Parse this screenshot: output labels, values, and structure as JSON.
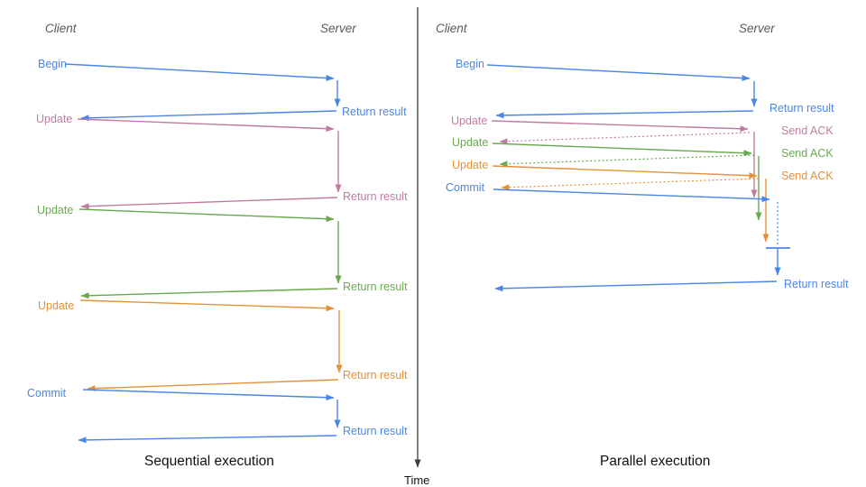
{
  "colors": {
    "blue": "#4a86e8",
    "pink": "#c27ba0",
    "green": "#6aa84f",
    "orange": "#e69138",
    "axis": "#3d3d3d",
    "header_text": "#595959",
    "caption_text": "#111111"
  },
  "time_axis": {
    "label": "Time"
  },
  "left_panel": {
    "title": "Sequential execution",
    "client_header": "Client",
    "server_header": "Server",
    "messages": [
      {
        "request": "Begin",
        "response": "Return result",
        "color": "blue"
      },
      {
        "request": "Update",
        "response": "Return result",
        "color": "pink"
      },
      {
        "request": "Update",
        "response": "Return result",
        "color": "green"
      },
      {
        "request": "Update",
        "response": "Return result",
        "color": "orange"
      },
      {
        "request": "Commit",
        "response": "Return result",
        "color": "blue"
      }
    ]
  },
  "right_panel": {
    "title": "Parallel execution",
    "client_header": "Client",
    "server_header": "Server",
    "messages": [
      {
        "request": "Begin",
        "response": "Return result",
        "color": "blue"
      },
      {
        "request": "Update",
        "response": "Send ACK",
        "color": "pink"
      },
      {
        "request": "Update",
        "response": "Send ACK",
        "color": "green"
      },
      {
        "request": "Update",
        "response": "Send ACK",
        "color": "orange"
      },
      {
        "request": "Commit",
        "response": "Return result",
        "color": "blue"
      }
    ]
  }
}
